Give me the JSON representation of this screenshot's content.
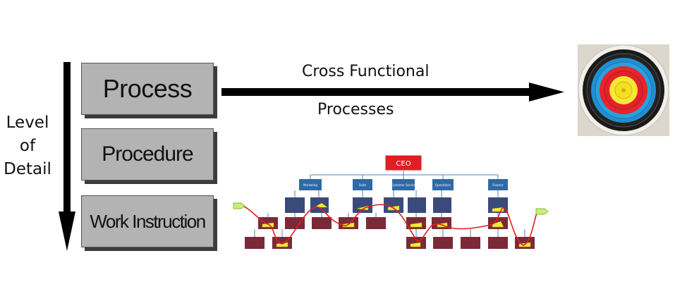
{
  "levels": {
    "process": "Process",
    "procedure": "Procedure",
    "work_instruction": "Work Instruction"
  },
  "side_label": {
    "line1": "Level",
    "line2": "of",
    "line3": "Detail"
  },
  "arrow_label": {
    "line1": "Cross Functional",
    "line2": "Processes"
  },
  "org_chart": {
    "ceo": "CEO",
    "departments": [
      "Marketing",
      "Sales",
      "Customer Service",
      "Operations",
      "Finance"
    ]
  },
  "colors": {
    "box_fill": "#b3b3b3",
    "ceo_red": "#e01e24",
    "dept_blue": "#2f6aa5",
    "level2_navy": "#3a4a7a",
    "level3_maroon": "#7a2a36",
    "flow_line": "#e31e24",
    "marker_yellow": "#f2ea3a",
    "marker_green": "#c6f07a"
  }
}
